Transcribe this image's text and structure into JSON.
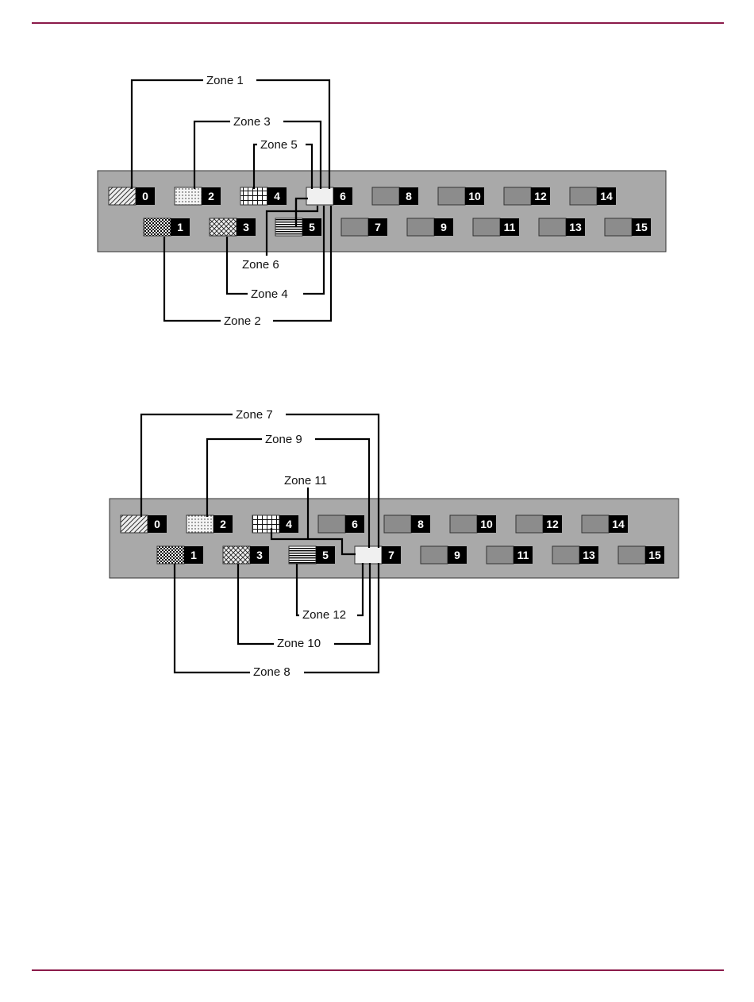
{
  "colors": {
    "rule": "#8b1a4a",
    "panel": "#a9a9a9",
    "port_gray": "#8c8c8c",
    "port_hub": "#f0f0f0",
    "label_bg": "#000000"
  },
  "diagrams": [
    {
      "hub_port": "6",
      "ports": [
        {
          "label": "0",
          "pattern": "diag-lines"
        },
        {
          "label": "1",
          "pattern": "checker"
        },
        {
          "label": "2",
          "pattern": "dots"
        },
        {
          "label": "3",
          "pattern": "crosshatch"
        },
        {
          "label": "4",
          "pattern": "grid"
        },
        {
          "label": "5",
          "pattern": "horizontal-lines"
        },
        {
          "label": "6",
          "pattern": "light"
        },
        {
          "label": "7",
          "pattern": "gray"
        },
        {
          "label": "8",
          "pattern": "gray"
        },
        {
          "label": "9",
          "pattern": "gray"
        },
        {
          "label": "10",
          "pattern": "gray"
        },
        {
          "label": "11",
          "pattern": "gray"
        },
        {
          "label": "12",
          "pattern": "gray"
        },
        {
          "label": "13",
          "pattern": "gray"
        },
        {
          "label": "14",
          "pattern": "gray"
        },
        {
          "label": "15",
          "pattern": "gray"
        }
      ],
      "zones": [
        {
          "name": "Zone 1",
          "from_port": "0",
          "to_port": "6"
        },
        {
          "name": "Zone 3",
          "from_port": "2",
          "to_port": "6"
        },
        {
          "name": "Zone 5",
          "from_port": "4",
          "to_port": "6"
        },
        {
          "name": "Zone 6",
          "from_port": "5",
          "to_port": "6"
        },
        {
          "name": "Zone 4",
          "from_port": "3",
          "to_port": "6"
        },
        {
          "name": "Zone 2",
          "from_port": "1",
          "to_port": "6"
        }
      ]
    },
    {
      "hub_port": "7",
      "ports": [
        {
          "label": "0",
          "pattern": "diag-lines"
        },
        {
          "label": "1",
          "pattern": "checker"
        },
        {
          "label": "2",
          "pattern": "dots"
        },
        {
          "label": "3",
          "pattern": "crosshatch"
        },
        {
          "label": "4",
          "pattern": "grid"
        },
        {
          "label": "5",
          "pattern": "horizontal-lines"
        },
        {
          "label": "6",
          "pattern": "gray"
        },
        {
          "label": "7",
          "pattern": "light"
        },
        {
          "label": "8",
          "pattern": "gray"
        },
        {
          "label": "9",
          "pattern": "gray"
        },
        {
          "label": "10",
          "pattern": "gray"
        },
        {
          "label": "11",
          "pattern": "gray"
        },
        {
          "label": "12",
          "pattern": "gray"
        },
        {
          "label": "13",
          "pattern": "gray"
        },
        {
          "label": "14",
          "pattern": "gray"
        },
        {
          "label": "15",
          "pattern": "gray"
        }
      ],
      "zones": [
        {
          "name": "Zone 7",
          "from_port": "0",
          "to_port": "7"
        },
        {
          "name": "Zone 9",
          "from_port": "2",
          "to_port": "7"
        },
        {
          "name": "Zone 11",
          "from_port": "4",
          "to_port": "7"
        },
        {
          "name": "Zone 12",
          "from_port": "5",
          "to_port": "7"
        },
        {
          "name": "Zone 10",
          "from_port": "3",
          "to_port": "7"
        },
        {
          "name": "Zone 8",
          "from_port": "1",
          "to_port": "7"
        }
      ]
    }
  ]
}
